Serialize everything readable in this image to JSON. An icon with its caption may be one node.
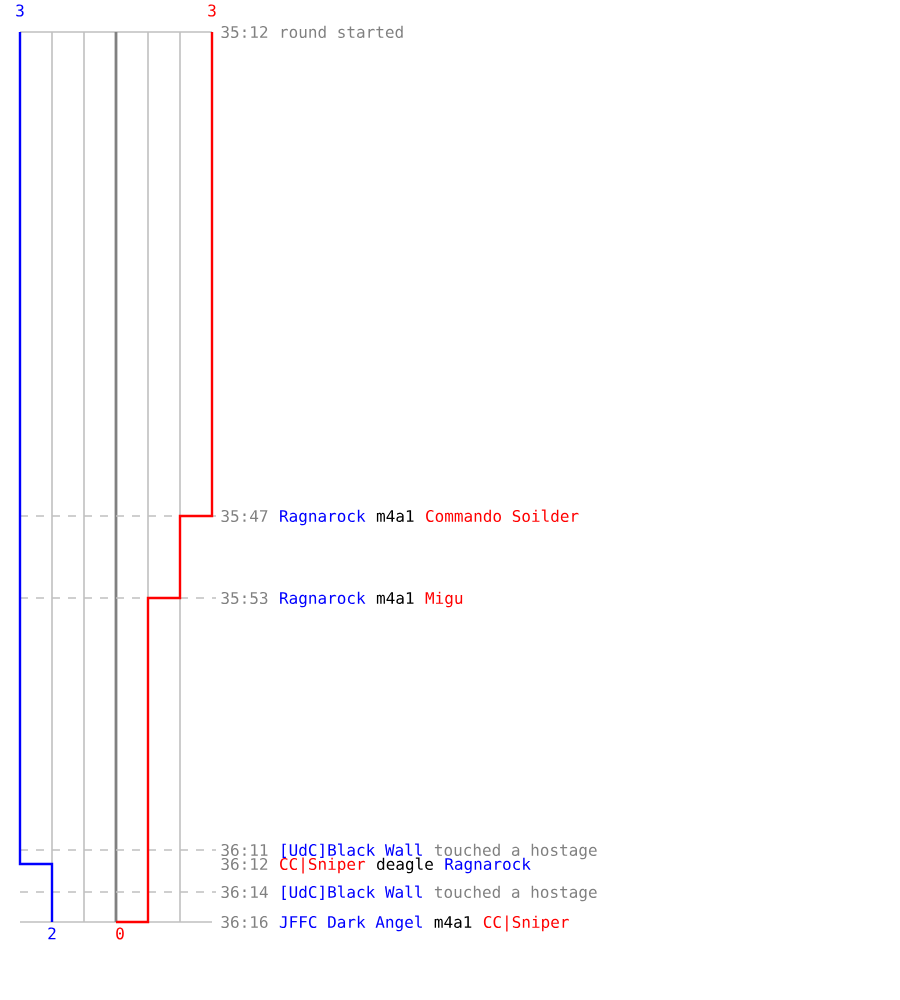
{
  "diagram": {
    "labels": [
      "3",
      "3",
      "35:12",
      "round started",
      "35:47",
      "Ragnarock",
      "m4a1",
      "Commando Soilder",
      "35:53",
      "Ragnarock",
      "m4a1",
      "Migu",
      "36:11",
      "[UdC]Black Wall",
      "touched a hostage",
      "36:12",
      "CC|Sniper",
      "deagle",
      "Ragnarock",
      "36:14",
      "[UdC]Black Wall",
      "touched a hostage",
      "36:16",
      "JFFC Dark Angel",
      "m4a1",
      "CC|Sniper",
      "2",
      "0"
    ]
  }
}
